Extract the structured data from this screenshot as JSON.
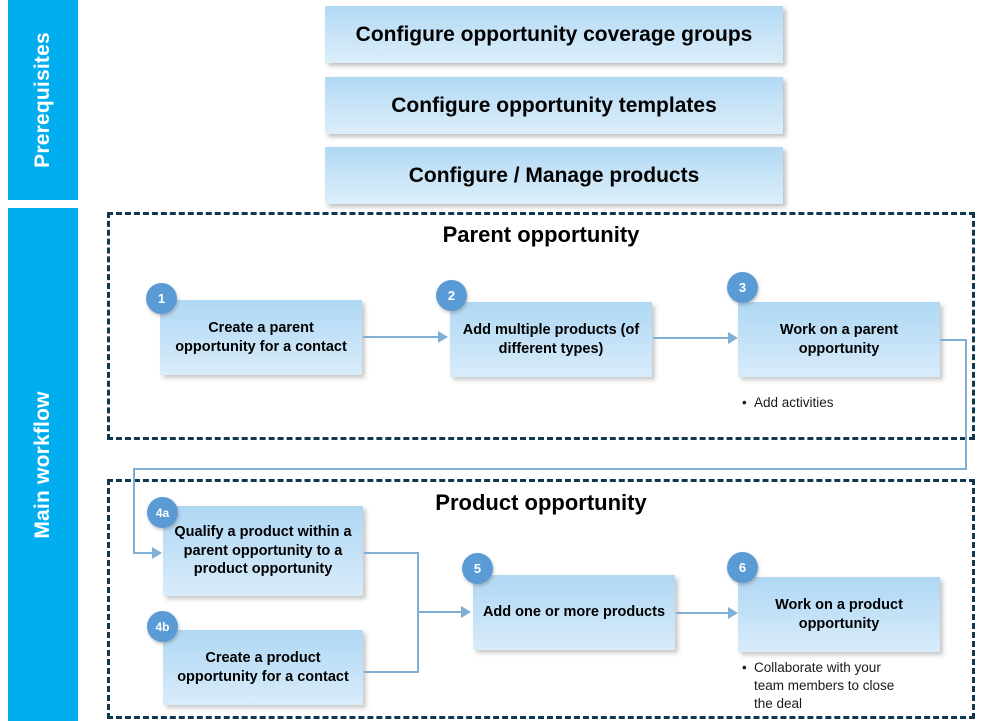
{
  "bands": [
    {
      "id": "prerequisites",
      "label": "Prerequisites",
      "color": "#00AEEF"
    },
    {
      "id": "main-workflow",
      "label": "Main workflow",
      "color": "#00AEEF"
    }
  ],
  "prerequisites": {
    "boxes": [
      {
        "label": "Configure opportunity coverage groups"
      },
      {
        "label": "Configure opportunity templates"
      },
      {
        "label": "Configure / Manage products"
      }
    ]
  },
  "groups": [
    {
      "id": "parent-opportunity",
      "title": "Parent opportunity",
      "steps": [
        {
          "number": "1",
          "label": "Create a parent opportunity for a contact"
        },
        {
          "number": "2",
          "label": "Add multiple products (of different types)"
        },
        {
          "number": "3",
          "label": "Work on a parent opportunity"
        }
      ],
      "notes": [
        {
          "bullet": "•",
          "text": "Add activities"
        }
      ]
    },
    {
      "id": "product-opportunity",
      "title": "Product opportunity",
      "steps": [
        {
          "number": "4a",
          "label": "Qualify a product within a parent opportunity to a product opportunity"
        },
        {
          "number": "4b",
          "label": "Create a product opportunity for a contact"
        },
        {
          "number": "5",
          "label": "Add one or more products"
        },
        {
          "number": "6",
          "label": "Work on a product opportunity"
        }
      ],
      "notes": [
        {
          "bullet": "•",
          "text": "Collaborate with your team members to close the deal"
        }
      ]
    }
  ],
  "colors": {
    "band": "#00AEEF",
    "badge": "#5B9BD5",
    "connector": "#7FAFD4",
    "group_border": "#12384F",
    "box_gradient_top": "#AFD8F4",
    "box_gradient_bottom": "#DCEEFA"
  }
}
